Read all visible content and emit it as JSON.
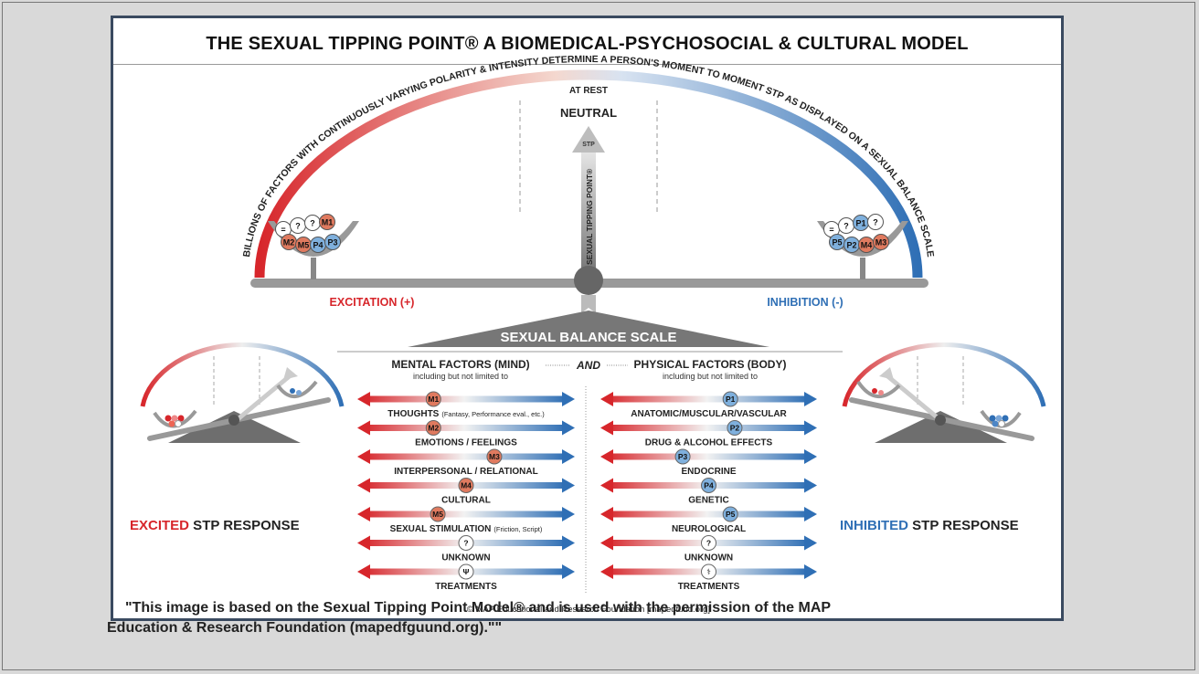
{
  "title": "THE SEXUAL TIPPING POINT® A BIOMEDICAL-PSYCHOSOCIAL & CULTURAL MODEL",
  "arc_text": "BILLIONS OF FACTORS WITH CONTINUOUSLY VARYING POLARITY & INTENSITY DETERMINE A PERSON'S MOMENT TO MOMENT STP AS DISPLAYED ON A SEXUAL BALANCE SCALE",
  "at_rest": "AT REST",
  "neutral": "NEUTRAL",
  "stp_tag": "STP",
  "tipping_vertical": "SEXUAL TIPPING POINT®",
  "excitation_label": "EXCITATION (+)",
  "inhibition_label": "INHIBITION (-)",
  "scale_label": "SEXUAL BALANCE SCALE",
  "left_bowl_balls": [
    "=",
    "?",
    "?",
    "M1",
    "M2",
    "M5",
    "P4",
    "P3"
  ],
  "right_bowl_balls": [
    "=",
    "?",
    "P1",
    "?",
    "P5",
    "P2",
    "M4",
    "M3"
  ],
  "mental_header": "MENTAL FACTORS (MIND)",
  "and_label": "AND",
  "physical_header": "PHYSICAL FACTORS (BODY)",
  "including": "including but not limited to",
  "mental_factors": [
    {
      "code": "M1",
      "label": "THOUGHTS",
      "sub": "(Fantasy, Performance eval., etc.)",
      "pos": 0.35
    },
    {
      "code": "M2",
      "label": "EMOTIONS / FEELINGS",
      "sub": "",
      "pos": 0.35
    },
    {
      "code": "M3",
      "label": "INTERPERSONAL / RELATIONAL",
      "sub": "",
      "pos": 0.63
    },
    {
      "code": "M4",
      "label": "CULTURAL",
      "sub": "",
      "pos": 0.5
    },
    {
      "code": "M5",
      "label": "SEXUAL STIMULATION",
      "sub": "(Friction, Script)",
      "pos": 0.37
    },
    {
      "code": "?",
      "label": "UNKNOWN",
      "sub": "",
      "pos": 0.5
    },
    {
      "code": "Ψ",
      "label": "TREATMENTS",
      "sub": "",
      "pos": 0.5
    }
  ],
  "physical_factors": [
    {
      "code": "P1",
      "label": "ANATOMIC/MUSCULAR/VASCULAR",
      "sub": "",
      "pos": 0.6
    },
    {
      "code": "P2",
      "label": "DRUG & ALCOHOL EFFECTS",
      "sub": "",
      "pos": 0.62
    },
    {
      "code": "P3",
      "label": "ENDOCRINE",
      "sub": "",
      "pos": 0.38
    },
    {
      "code": "P4",
      "label": "GENETIC",
      "sub": "",
      "pos": 0.5
    },
    {
      "code": "P5",
      "label": "NEUROLOGICAL",
      "sub": "",
      "pos": 0.6
    },
    {
      "code": "?",
      "label": "UNKNOWN",
      "sub": "",
      "pos": 0.5
    },
    {
      "code": "⚕",
      "label": "TREATMENTS",
      "sub": "",
      "pos": 0.5
    }
  ],
  "excited_label_colored": "EXCITED",
  "excited_label_rest": " STP RESPONSE",
  "inhibited_label_colored": "INHIBITED",
  "inhibited_label_rest": " STP RESPONSE",
  "copyright": "© MAP Educational and Research Foundation [mapedfund.org]",
  "caption_line1": "\"This image is based on the Sexual Tipping Point Model® and is used with the permission of the MAP",
  "caption_line2": "Education & Research Foundation (mapedfguund.org).\"\"",
  "colors": {
    "excite": "#d7262b",
    "inhibit": "#2f6fb5",
    "gray": "#777777",
    "dark": "#555555"
  }
}
